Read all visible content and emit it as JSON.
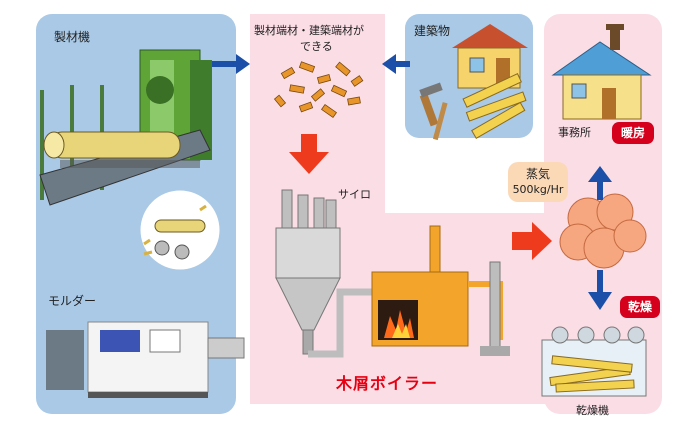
{
  "labels": {
    "sawmill": "製材機",
    "offcuts_line1": "製材端材・建築端材が",
    "offcuts_line2": "できる",
    "building": "建築物",
    "office": "事務所",
    "heating": "暖房",
    "silo": "サイロ",
    "steam_line1": "蒸気",
    "steam_line2": "500kg/Hr",
    "moulder": "モルダー",
    "drying": "乾燥",
    "boiler_title": "木屑ボイラー",
    "dryer": "乾燥機"
  },
  "colors": {
    "blue_panel": "#a9c9e6",
    "pink_panel": "#fbdde6",
    "arrow_blue": "#1c4fa8",
    "arrow_red": "#ee3b1d",
    "badge_red": "#d5001c",
    "boiler": "#f2a52a"
  }
}
